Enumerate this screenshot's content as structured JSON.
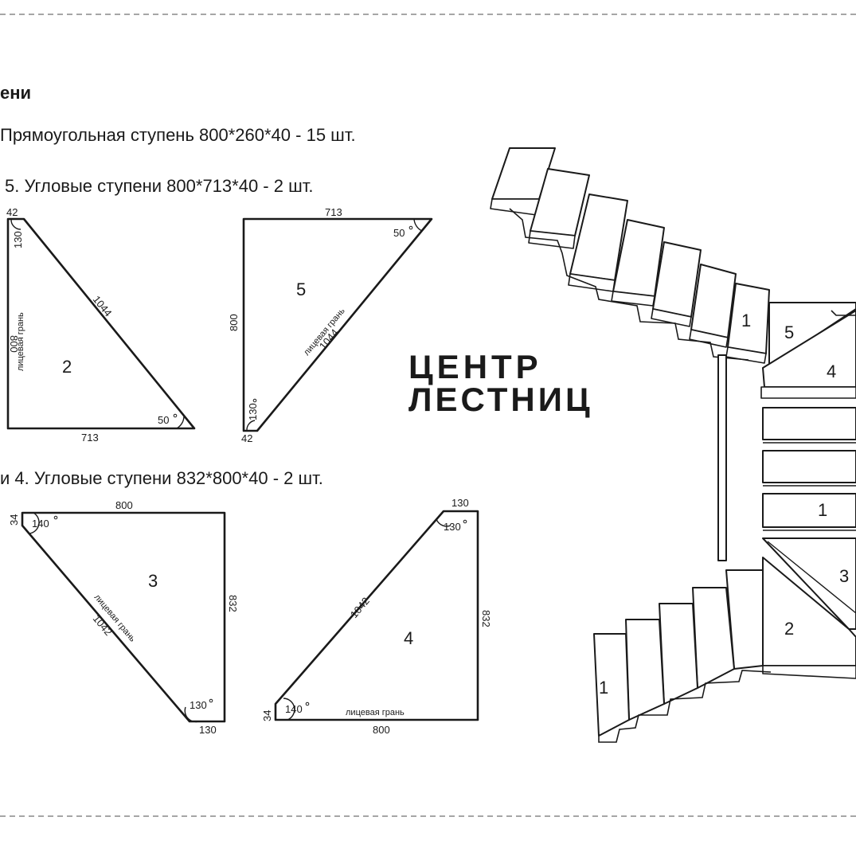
{
  "heading": "ени",
  "lines": {
    "line1": "Прямоугольная ступень 800*260*40 - 15 шт.",
    "line2": "5. Угловые ступени 800*713*40 - 2 шт.",
    "line3": "и 4. Угловые ступени 832*800*40 - 2 шт."
  },
  "logo": {
    "line1": "ЦЕНТР",
    "line2": "ЛЕСТНИЦ"
  },
  "triangle2": {
    "number": "2",
    "top": "42",
    "corner": "130",
    "hyp": "1044",
    "left": "800",
    "face": "лицевая грань",
    "angle": "50",
    "bottom": "713"
  },
  "triangle5": {
    "number": "5",
    "top": "713",
    "angle": "50",
    "left": "800",
    "face": "лицевая грань",
    "hyp": "1044",
    "corner": "130",
    "bottom": "42"
  },
  "triangle3": {
    "number": "3",
    "top": "800",
    "corner_side": "34",
    "angle_top": "140",
    "face": "лицевая грань",
    "hyp": "1042",
    "right": "832",
    "angle_bottom": "130",
    "bottom": "130"
  },
  "triangle4": {
    "number": "4",
    "top": "130",
    "angle_top": "130",
    "hyp": "1042",
    "right": "832",
    "corner_side": "34",
    "angle_bottom": "140",
    "face": "лицевая грань",
    "bottom": "800"
  },
  "stair_labels": {
    "l1_top": "1",
    "l5": "5",
    "l4": "4",
    "l1_mid": "1",
    "l3": "3",
    "l2": "2",
    "l1_bottom": "1"
  }
}
